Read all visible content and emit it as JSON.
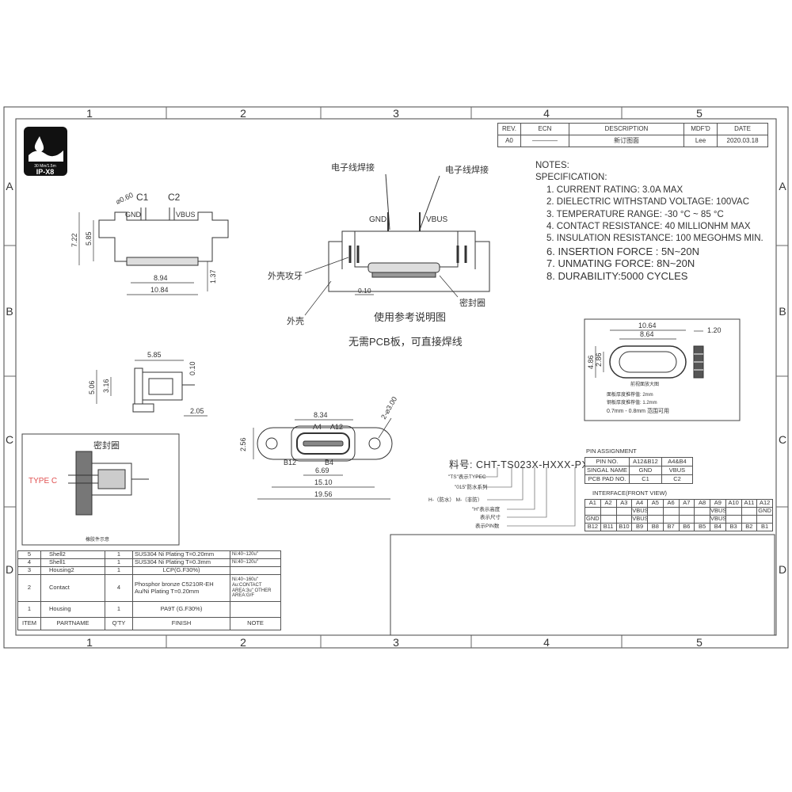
{
  "border": {
    "top_zones": [
      "1",
      "2",
      "3",
      "4",
      "5"
    ],
    "bottom_zones": [
      "1",
      "2",
      "3",
      "4",
      "5"
    ],
    "side_zones": [
      "A",
      "B",
      "C",
      "D"
    ]
  },
  "badge": {
    "rating": "IP-X8",
    "subtext": "30 Min/1.5m"
  },
  "revision_table": {
    "headers": [
      "REV.",
      "ECN",
      "DESCRIPTION",
      "MDF'D",
      "DATE"
    ],
    "row": [
      "A0",
      "————",
      "新订图面",
      "Lee",
      "2020.03.18"
    ]
  },
  "notes": {
    "title": "NOTES:",
    "subtitle": "SPECIFICATION:",
    "items": [
      "1. CURRENT RATING: 3.0A MAX",
      "2. DIELECTRIC WITHSTAND VOLTAGE: 100VAC",
      "3. TEMPERATURE RANGE: -30 °C ~ 85 °C",
      "4. CONTACT RESISTANCE: 40 MILLIONHM MAX",
      "5. INSULATION RESISTANCE: 100 MEGOHMS MIN.",
      "6. INSERTION FORCE : 5N~20N",
      "7. UNMATING FORCE: 8N~20N",
      "8. DURABILITY:5000 CYCLES"
    ]
  },
  "front_view": {
    "dia": "⌀0.60",
    "c1": "C1",
    "c2": "C2",
    "gnd": "GND",
    "vbus": "VBUS",
    "d_722": "7.22",
    "d_585": "5.85",
    "d_894": "8.94",
    "d_1084": "10.84",
    "d_137": "1.37"
  },
  "usage_view": {
    "wire_left": "电子线焊接",
    "wire_right": "电子线焊接",
    "gnd": "GND",
    "vbus": "VBUS",
    "thread": "外壳攻牙",
    "seal": "密封圈",
    "shell": "外壳",
    "d_010": "0.10",
    "caption1": "使用参考说明图",
    "caption2": "无需PCB板，可直接焊线"
  },
  "side_view": {
    "d_585": "5.85",
    "d_010": "0.10",
    "d_506": "5.06",
    "d_316": "3.16",
    "d_205": "2.05"
  },
  "detail_view": {
    "title": "密封圈",
    "label": "TYPE C",
    "caption": "橡胶件示意"
  },
  "top_view": {
    "d_834": "8.34",
    "a4": "A4",
    "a12": "A12",
    "b12": "B12",
    "b4": "B4",
    "d_669": "6.69",
    "d_1510": "15.10",
    "d_1956": "19.56",
    "d_256": "2.56",
    "d_hole": "2-⌀3.00"
  },
  "panel_cutout": {
    "d_1064": "10.64",
    "d_864": "8.64",
    "d_120": "1.20",
    "d_486": "4.86",
    "d_286": "2.86",
    "scale_caption": "前视面放大图",
    "note1": "面板厚度推荐值: 2mm",
    "note2": "钢板厚度推荐值: 1.2mm",
    "note3": "0.7mm - 0.8mm 范围可用"
  },
  "part_number": {
    "text": "料号: CHT-TS023X-HXXX-PX",
    "legend": [
      "\"TS\"表示TYPEC",
      "\"015\"防水系列",
      "H-（防水） M-（非防）",
      "\"H\"表示高度",
      "表示尺寸",
      "表示PIN数"
    ]
  },
  "pin_assignment": {
    "title": "PIN ASSIGNMENT",
    "rows": [
      [
        "PIN NO.",
        "A12&B12",
        "A4&B4"
      ],
      [
        "SINGAL NAME",
        "GND",
        "VBUS"
      ],
      [
        "PCB PAD NO.",
        "C1",
        "C2"
      ]
    ]
  },
  "interface": {
    "title": "INTERFACE(FRONT VIEW)",
    "top_pins": [
      "A1",
      "A2",
      "A3",
      "A4",
      "A5",
      "A6",
      "A7",
      "A8",
      "A9",
      "A10",
      "A11",
      "A12"
    ],
    "top_signals": [
      "",
      "",
      "",
      "VBUS",
      "",
      "",
      "",
      "",
      "VBUS",
      "",
      "",
      "GND"
    ],
    "bottom_signals": [
      "GND",
      "",
      "",
      "VBUS",
      "",
      "",
      "",
      "",
      "VBUS",
      "",
      "",
      ""
    ],
    "bottom_pins": [
      "B12",
      "B11",
      "B10",
      "B9",
      "B8",
      "B7",
      "B6",
      "B5",
      "B4",
      "B3",
      "B2",
      "B1"
    ]
  },
  "bom": {
    "headers": [
      "ITEM",
      "PARTNAME",
      "Q'TY",
      "FINISH",
      "NOTE"
    ],
    "rows": [
      [
        "5",
        "Shell2",
        "1",
        "SUS304  Ni  Plating  T=0.20mm",
        "Ni:40~120u\""
      ],
      [
        "4",
        "Shell1",
        "1",
        "SUS304  Ni  Plating  T=0.3mm",
        "Ni:40~120u\""
      ],
      [
        "3",
        "Housing2",
        "1",
        "LCP(G.F30%)",
        ""
      ],
      [
        "2",
        "Contact",
        "4",
        "Phosphor bronze C5210R-EH  Au/Ni Plating  T=0.20mm",
        "Ni:40~160u\" Au:CONTACT AREA:3u\" OTHER AREA:G/F"
      ],
      [
        "1",
        "Housing",
        "1",
        "PA9T (G.F30%)",
        ""
      ]
    ]
  }
}
